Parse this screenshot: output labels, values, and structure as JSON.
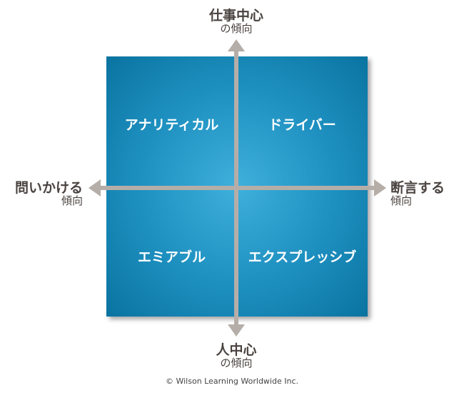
{
  "quadrants": {
    "top_left": "アナリティカル",
    "top_right": "ドライバー",
    "bottom_left": "エミアブル",
    "bottom_right": "エクスプレッシブ"
  },
  "axes": {
    "top": {
      "main": "仕事中心",
      "sub": "の傾向"
    },
    "bottom": {
      "main": "人中心",
      "sub": "の傾向"
    },
    "left": {
      "main": "問いかける",
      "sub": "傾向"
    },
    "right": {
      "main": "断言する",
      "sub": "傾向"
    }
  },
  "copyright": "© Wilson Learning Worldwide Inc.",
  "colors": {
    "arrow": "#b5aea8",
    "quadrant": "#1d8fbf"
  }
}
